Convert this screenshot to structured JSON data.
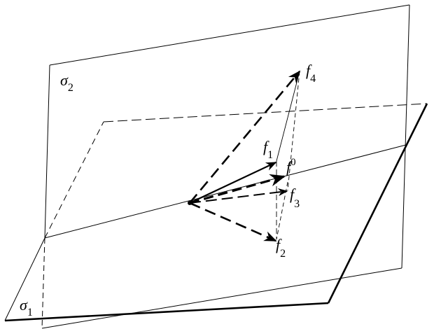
{
  "diagram": {
    "type": "geometric-vector-diagram",
    "colors": {
      "stroke": "#000000",
      "background": "#ffffff"
    },
    "planes": [
      {
        "id": "sigma2",
        "symbol": "σ",
        "subscript": "2",
        "style": "solid-thin"
      },
      {
        "id": "sigma1",
        "symbol": "σ",
        "subscript": "1",
        "style": "solid-thick-front, dashed-hidden-back"
      }
    ],
    "vectors": [
      {
        "id": "f1",
        "symbol": "f",
        "index": "1",
        "index_position": "subscript",
        "style": "solid"
      },
      {
        "id": "f0",
        "symbol": "f",
        "index": "0",
        "index_position": "superscript",
        "style": "dashed-thick"
      },
      {
        "id": "f3",
        "symbol": "f",
        "index": "3",
        "index_position": "subscript",
        "style": "dashed"
      },
      {
        "id": "f2",
        "symbol": "f",
        "index": "2",
        "index_position": "subscript",
        "style": "dashed"
      },
      {
        "id": "f4",
        "symbol": "f",
        "index": "4",
        "index_position": "subscript",
        "style": "dashed"
      }
    ],
    "origin": "common-point-on-plane-intersection-line"
  },
  "labels": {
    "sigma2": {
      "main": "σ",
      "sub": "2"
    },
    "sigma1": {
      "main": "σ",
      "sub": "1"
    },
    "f1": {
      "main": "f",
      "sub": "1"
    },
    "f0": {
      "main": "f",
      "sup": "0"
    },
    "f3": {
      "main": "f",
      "sub": "3"
    },
    "f2": {
      "main": "f",
      "sub": "2"
    },
    "f4": {
      "main": "f",
      "sub": "4"
    }
  }
}
